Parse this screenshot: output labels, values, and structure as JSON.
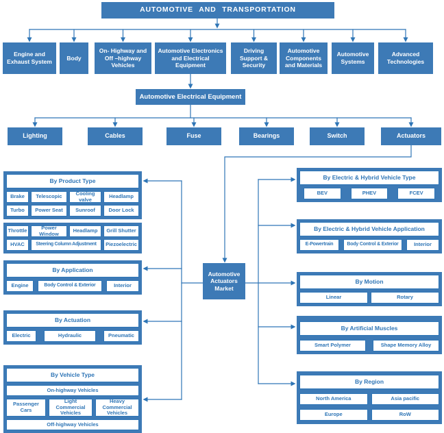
{
  "palette": {
    "box_blue": "#3D7AB6",
    "line_blue": "#2E75B6",
    "text_on_white": "#2E75B6",
    "text_on_blue": "#FFFFFF"
  },
  "root": {
    "label": "AUTOMOTIVE  AND  TRANSPORTATION"
  },
  "level2": [
    "Engine and Exhaust System",
    "Body",
    "On- Highway and Off –highway Vehicles",
    "Automotive Electronics and Electrical Equipment",
    "Driving Support & Security",
    "Automotive Components and Materials",
    "Automotive Systems",
    "Advanced Technologies"
  ],
  "level3": {
    "label": "Automotive Electrical Equipment"
  },
  "level4": [
    "Lighting",
    "Cables",
    "Fuse",
    "Bearings",
    "Switch",
    "Actuators"
  ],
  "market": {
    "label": "Automotive Actuators Market"
  },
  "left_sections": {
    "product_type": {
      "title": "By Product Type",
      "rows_a": [
        [
          "Brake",
          "Telescopic",
          "Cooling valve",
          "Headlamp"
        ],
        [
          "Turbo",
          "Power Seat",
          "Sunroof",
          "Door Lock"
        ]
      ],
      "rows_b": [
        [
          "Throttle",
          "Power Window",
          "Headlamp",
          "Grill Shutter"
        ],
        [
          "HVAC",
          "Steering Column Adjustment",
          "Piezoelectric"
        ]
      ]
    },
    "application": {
      "title": "By Application",
      "items": [
        "Engine",
        "Body Control  & Exterior",
        "Interior"
      ]
    },
    "actuation": {
      "title": "By Actuation",
      "items": [
        "Electric",
        "Hydraulic",
        "Pneumatic"
      ]
    },
    "vehicle_type": {
      "title": "By Vehicle Type",
      "band_top": "On-highway Vehicles",
      "items": [
        "Passenger Cars",
        "Light Commercial Vehicles",
        "Heavy Commercial Vehicles"
      ],
      "band_bottom": "Off-highway Vehicles"
    }
  },
  "right_sections": {
    "ehv_type": {
      "title": "By Electric & Hybrid Vehicle Type",
      "items": [
        "BEV",
        "PHEV",
        "FCEV"
      ]
    },
    "ehv_application": {
      "title": "By Electric & Hybrid Vehicle Application",
      "items": [
        "E-Powertrain",
        "Body Control  & Exterior",
        "Interior"
      ]
    },
    "motion": {
      "title": "By Motion",
      "items": [
        "Linear",
        "Rotary"
      ]
    },
    "artificial_muscles": {
      "title": "By Artificial Muscles",
      "items": [
        "Smart Polymer",
        "Shape Memory Alloy"
      ]
    },
    "region": {
      "title": "By Region",
      "items": [
        "North America",
        "Asia pacific",
        "Europe",
        "RoW"
      ]
    }
  }
}
